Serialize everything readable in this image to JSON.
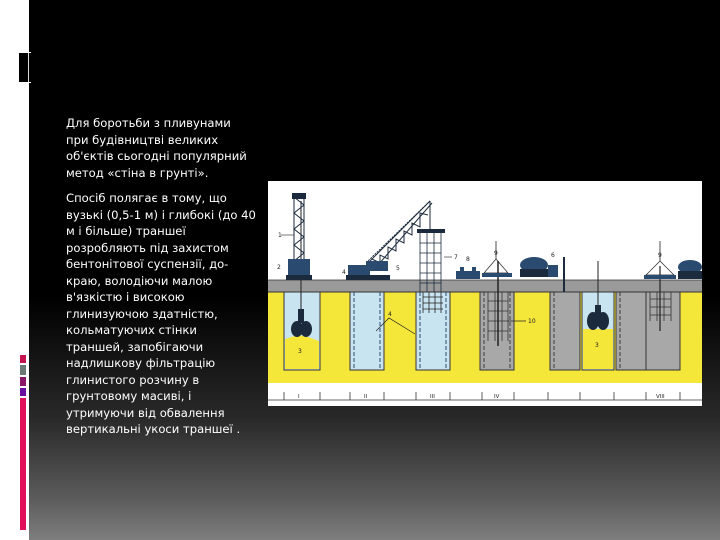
{
  "slide": {
    "paragraphs": [
      "Для боротьби з пливунами при будівництві великих об'єктів сьогодні популярний метод «стіна в грунті».",
      "Спосіб полягає в тому, що вузькі (0,5-1 м) і глибокі (до 40 м і більше) траншеї розробляють під захистом бентонітової суспензії, до-краю, володіючи малою в'язкістю і високою глинизуючою здатністю, кольматуючих стінки траншей, запобігаючи надлишкову фільтрацію глинистого розчину в грунтовому масиві, і утримуючи від обвалення вертикальні укоси траншеї ."
    ]
  },
  "figure": {
    "description": "Slurry wall (diaphragm wall) construction stages diagram",
    "colors": {
      "soil": "#f5e63a",
      "surface": "#9a9a9a",
      "slurry": "#c8e4f0",
      "concrete": "#a8a8a8",
      "machinery": "#2a4a70"
    },
    "callouts": [
      "1",
      "2",
      "3",
      "4",
      "5",
      "6",
      "7",
      "8",
      "9",
      "10"
    ],
    "stages": [
      "I",
      "II",
      "III",
      "IV",
      "VIII"
    ]
  }
}
